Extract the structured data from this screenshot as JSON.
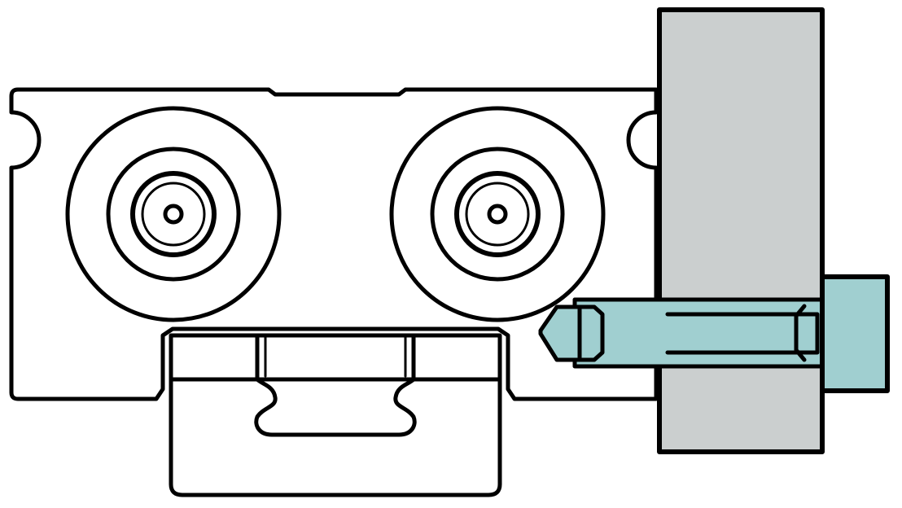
{
  "diagram": {
    "colors": {
      "outline": "#000000",
      "background": "#ffffff",
      "plate_fill": "#ffffff",
      "wall_fill": "#cbcfcf",
      "bolt_fill": "#a0cfd0"
    },
    "parts": [
      "carriage-plate",
      "mounting-slot-left",
      "mounting-slot-right",
      "roller-wheel-left",
      "roller-wheel-right",
      "guide-rail-profile",
      "mounting-wall",
      "socket-head-bolt"
    ]
  }
}
